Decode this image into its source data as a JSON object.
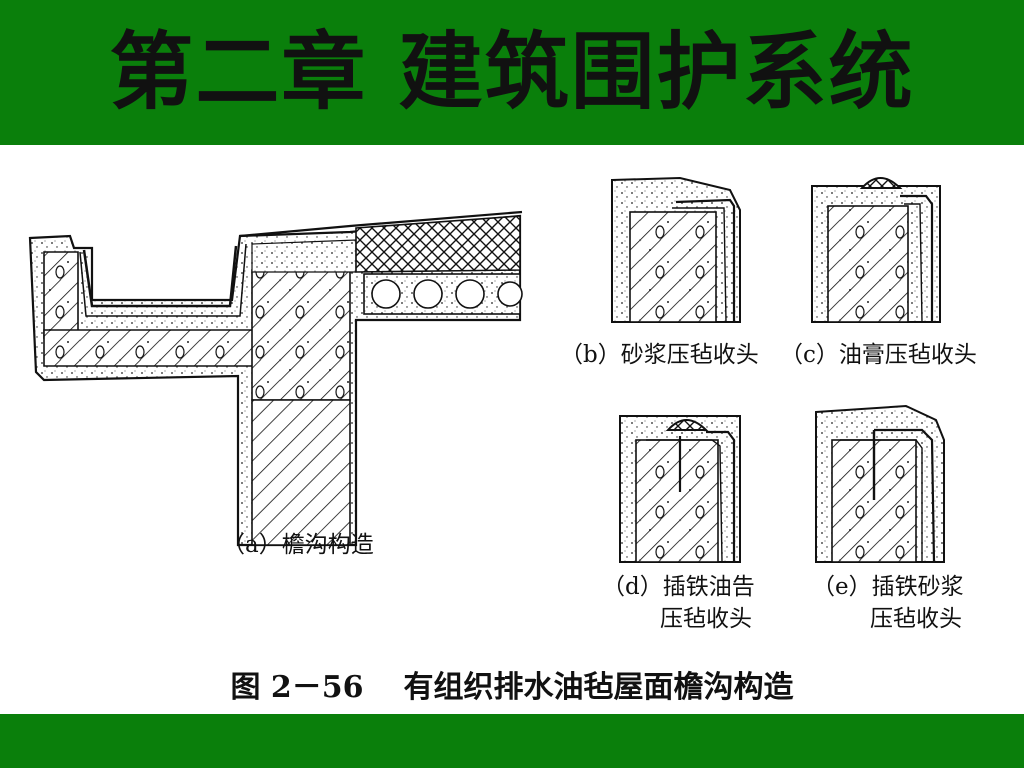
{
  "title": "第二章  建筑围护系统",
  "captions": {
    "a": "（a）檐沟构造",
    "b": "（b）砂浆压毡收头",
    "c": "（c）油膏压毡收头",
    "d_line1": "（d）插铁油告",
    "d_line2": "压毡收头",
    "e_line1": "（e）插铁砂浆",
    "e_line2": "压毡收头"
  },
  "figure_caption": {
    "number": "图 2－56",
    "text": "有组织排水油毡屋面檐沟构造"
  },
  "colors": {
    "bar_green": "#0a7f0b",
    "ink": "#111111"
  }
}
